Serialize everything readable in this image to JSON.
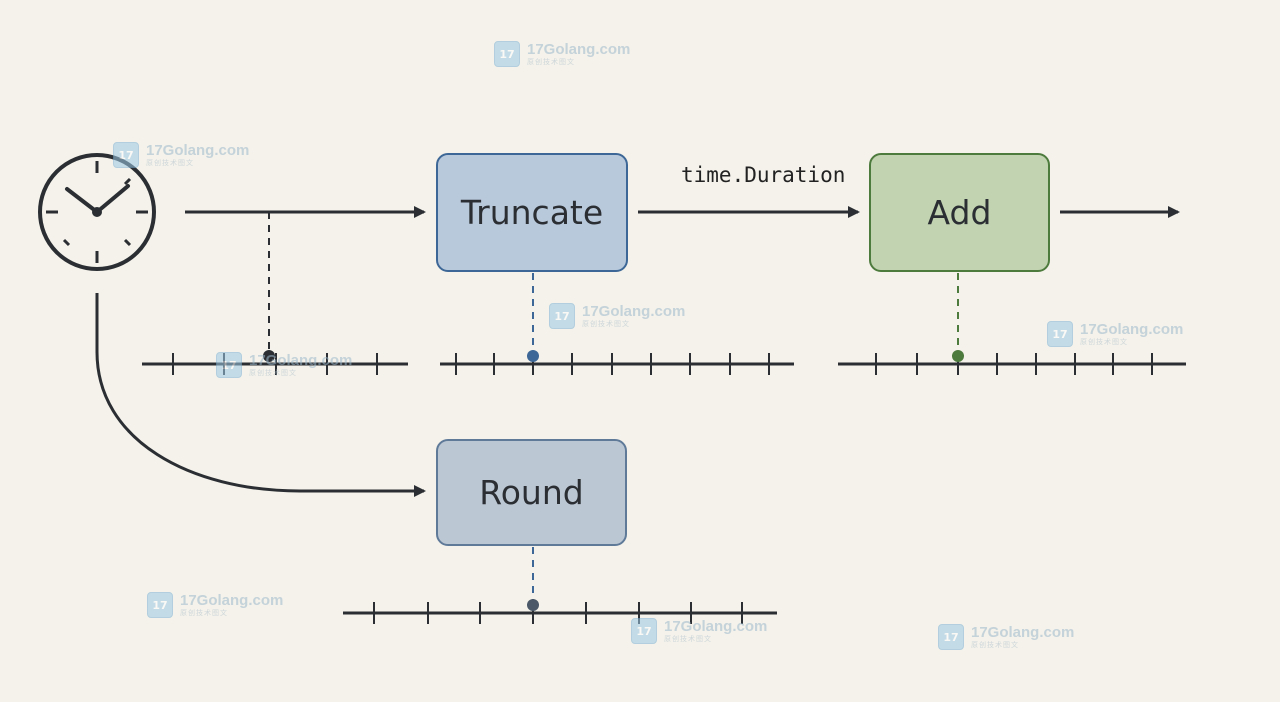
{
  "boxes": {
    "truncate": "Truncate",
    "add": "Add",
    "round": "Round"
  },
  "edge_label": "time.Duration",
  "watermark": {
    "name": "17Golang.com",
    "sub": "原创技术图文",
    "logo_text": "17"
  },
  "colors": {
    "background": "#f4f2ea",
    "line": "#2b2f33",
    "truncate_fill": "#b9c9dc",
    "truncate_border": "#3d6796",
    "add_fill": "#c1d3b1",
    "add_border": "#4d7a3d",
    "round_fill": "#bcc7d4",
    "round_border": "#5f7a99"
  },
  "icons": [
    "clock-icon",
    "arrow-icon",
    "watermark-logo-icon"
  ]
}
